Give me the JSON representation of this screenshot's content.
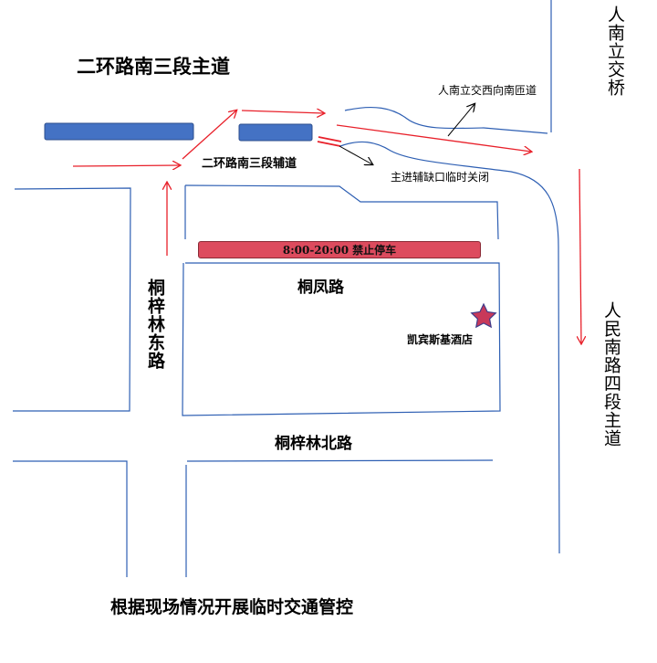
{
  "title": "二环路南三段主道",
  "footer": "根据现场情况开展临时交通管控",
  "roads": {
    "auxiliary": "二环路南三段辅道",
    "tongfeng": "桐凤路",
    "tongzilin_east": "桐梓林东路",
    "tongzilin_north": "桐梓林北路",
    "renmin_south": "人民南路四段主道",
    "rennan_bridge": "人南立交桥"
  },
  "annotations": {
    "ramp": "人南立交西向南匝道",
    "closure": "主进辅缺口临时关闭"
  },
  "no_parking": {
    "time": "8:00-20:00",
    "text": "禁止停车"
  },
  "landmark": {
    "name": "凯宾斯基酒店",
    "icon": "star-icon"
  },
  "colors": {
    "road_line": "#2e5fb3",
    "arrow": "#e8202a",
    "block": "#4472c4",
    "banner": "#dd4b5e",
    "star": "#c8395a"
  }
}
